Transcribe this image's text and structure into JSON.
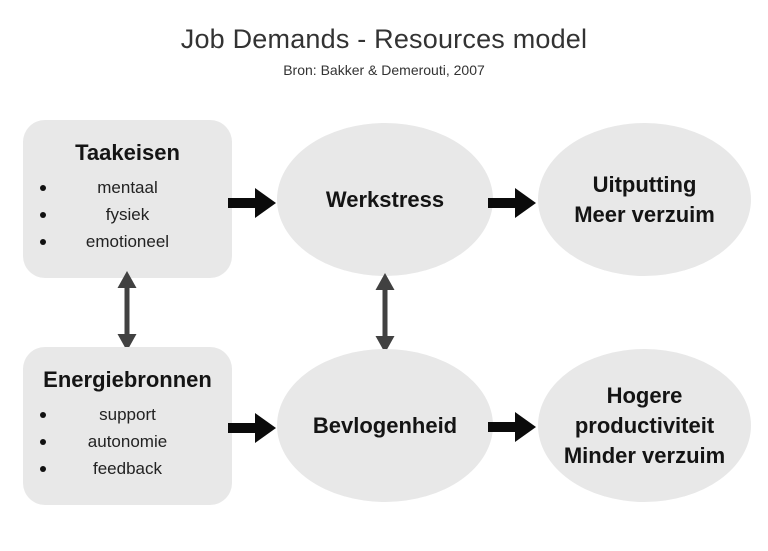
{
  "header": {
    "title": "Job Demands - Resources model",
    "subtitle": "Bron: Bakker & Demerouti, 2007"
  },
  "colors": {
    "node_fill": "#e8e8e8",
    "arrow_horizontal": "#0b0b0b",
    "arrow_vertical": "#414141",
    "text": "#1c1c1c",
    "title_color": "#333333",
    "bg": "#ffffff"
  },
  "nodes": {
    "taakeisen": {
      "title": "Taakeisen",
      "items": [
        "mentaal",
        "fysiek",
        "emotioneel"
      ]
    },
    "werkstress": {
      "label": "Werkstress"
    },
    "uitputting": {
      "label": "Uitputting\nMeer verzuim"
    },
    "energiebronnen": {
      "title": "Energiebronnen",
      "items": [
        "support",
        "autonomie",
        "feedback"
      ]
    },
    "bevlogenheid": {
      "label": "Bevlogenheid"
    },
    "productiviteit": {
      "label": "Hogere\nproductiviteit\nMinder verzuim"
    }
  },
  "arrows": {
    "taakeisen_to_werkstress": "right-arrow",
    "werkstress_to_uitputting": "right-arrow",
    "energiebronnen_to_bevlogenheid": "right-arrow",
    "bevlogenheid_to_productiviteit": "right-arrow",
    "taakeisen_energiebronnen": "double-vertical-arrow",
    "werkstress_bevlogenheid": "double-vertical-arrow"
  }
}
